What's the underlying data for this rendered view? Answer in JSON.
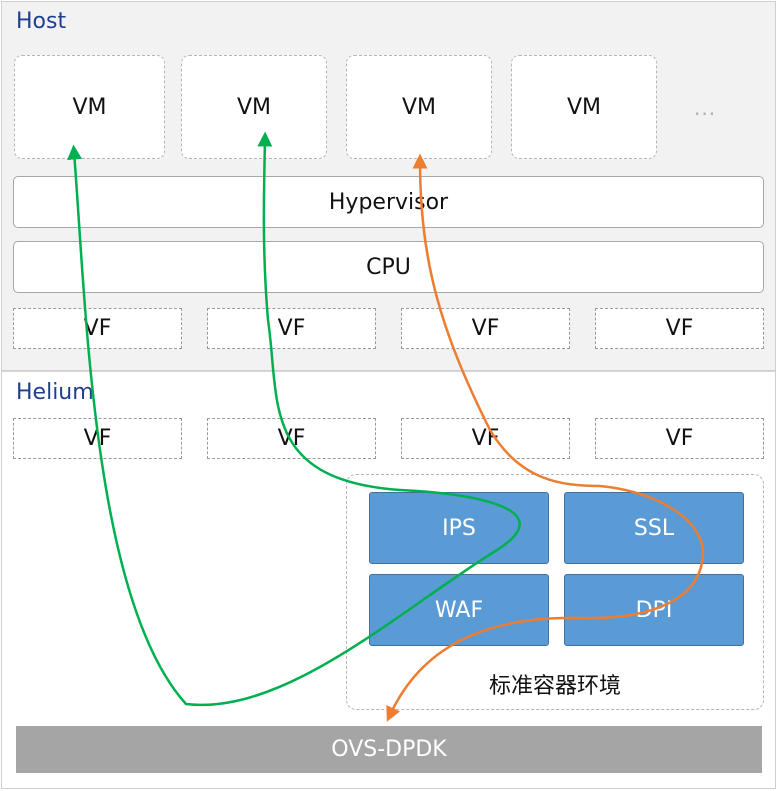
{
  "host": {
    "label": "Host",
    "vms": [
      "VM",
      "VM",
      "VM",
      "VM"
    ],
    "more": "...",
    "hypervisor": "Hypervisor",
    "cpu": "CPU",
    "vfs": [
      "VF",
      "VF",
      "VF",
      "VF"
    ]
  },
  "helium": {
    "label": "Helium",
    "vfs": [
      "VF",
      "VF",
      "VF",
      "VF"
    ],
    "container_env": {
      "label": "标准容器环境",
      "modules": [
        "IPS",
        "SSL",
        "WAF",
        "DPI"
      ]
    },
    "ovs": "OVS-DPDK"
  },
  "colors": {
    "module_fill": "#5b9bd5",
    "ovs_fill": "#a5a5a5",
    "flow_green": "#00b050",
    "flow_orange": "#ed7d31",
    "section_label": "#1f3f8f"
  }
}
